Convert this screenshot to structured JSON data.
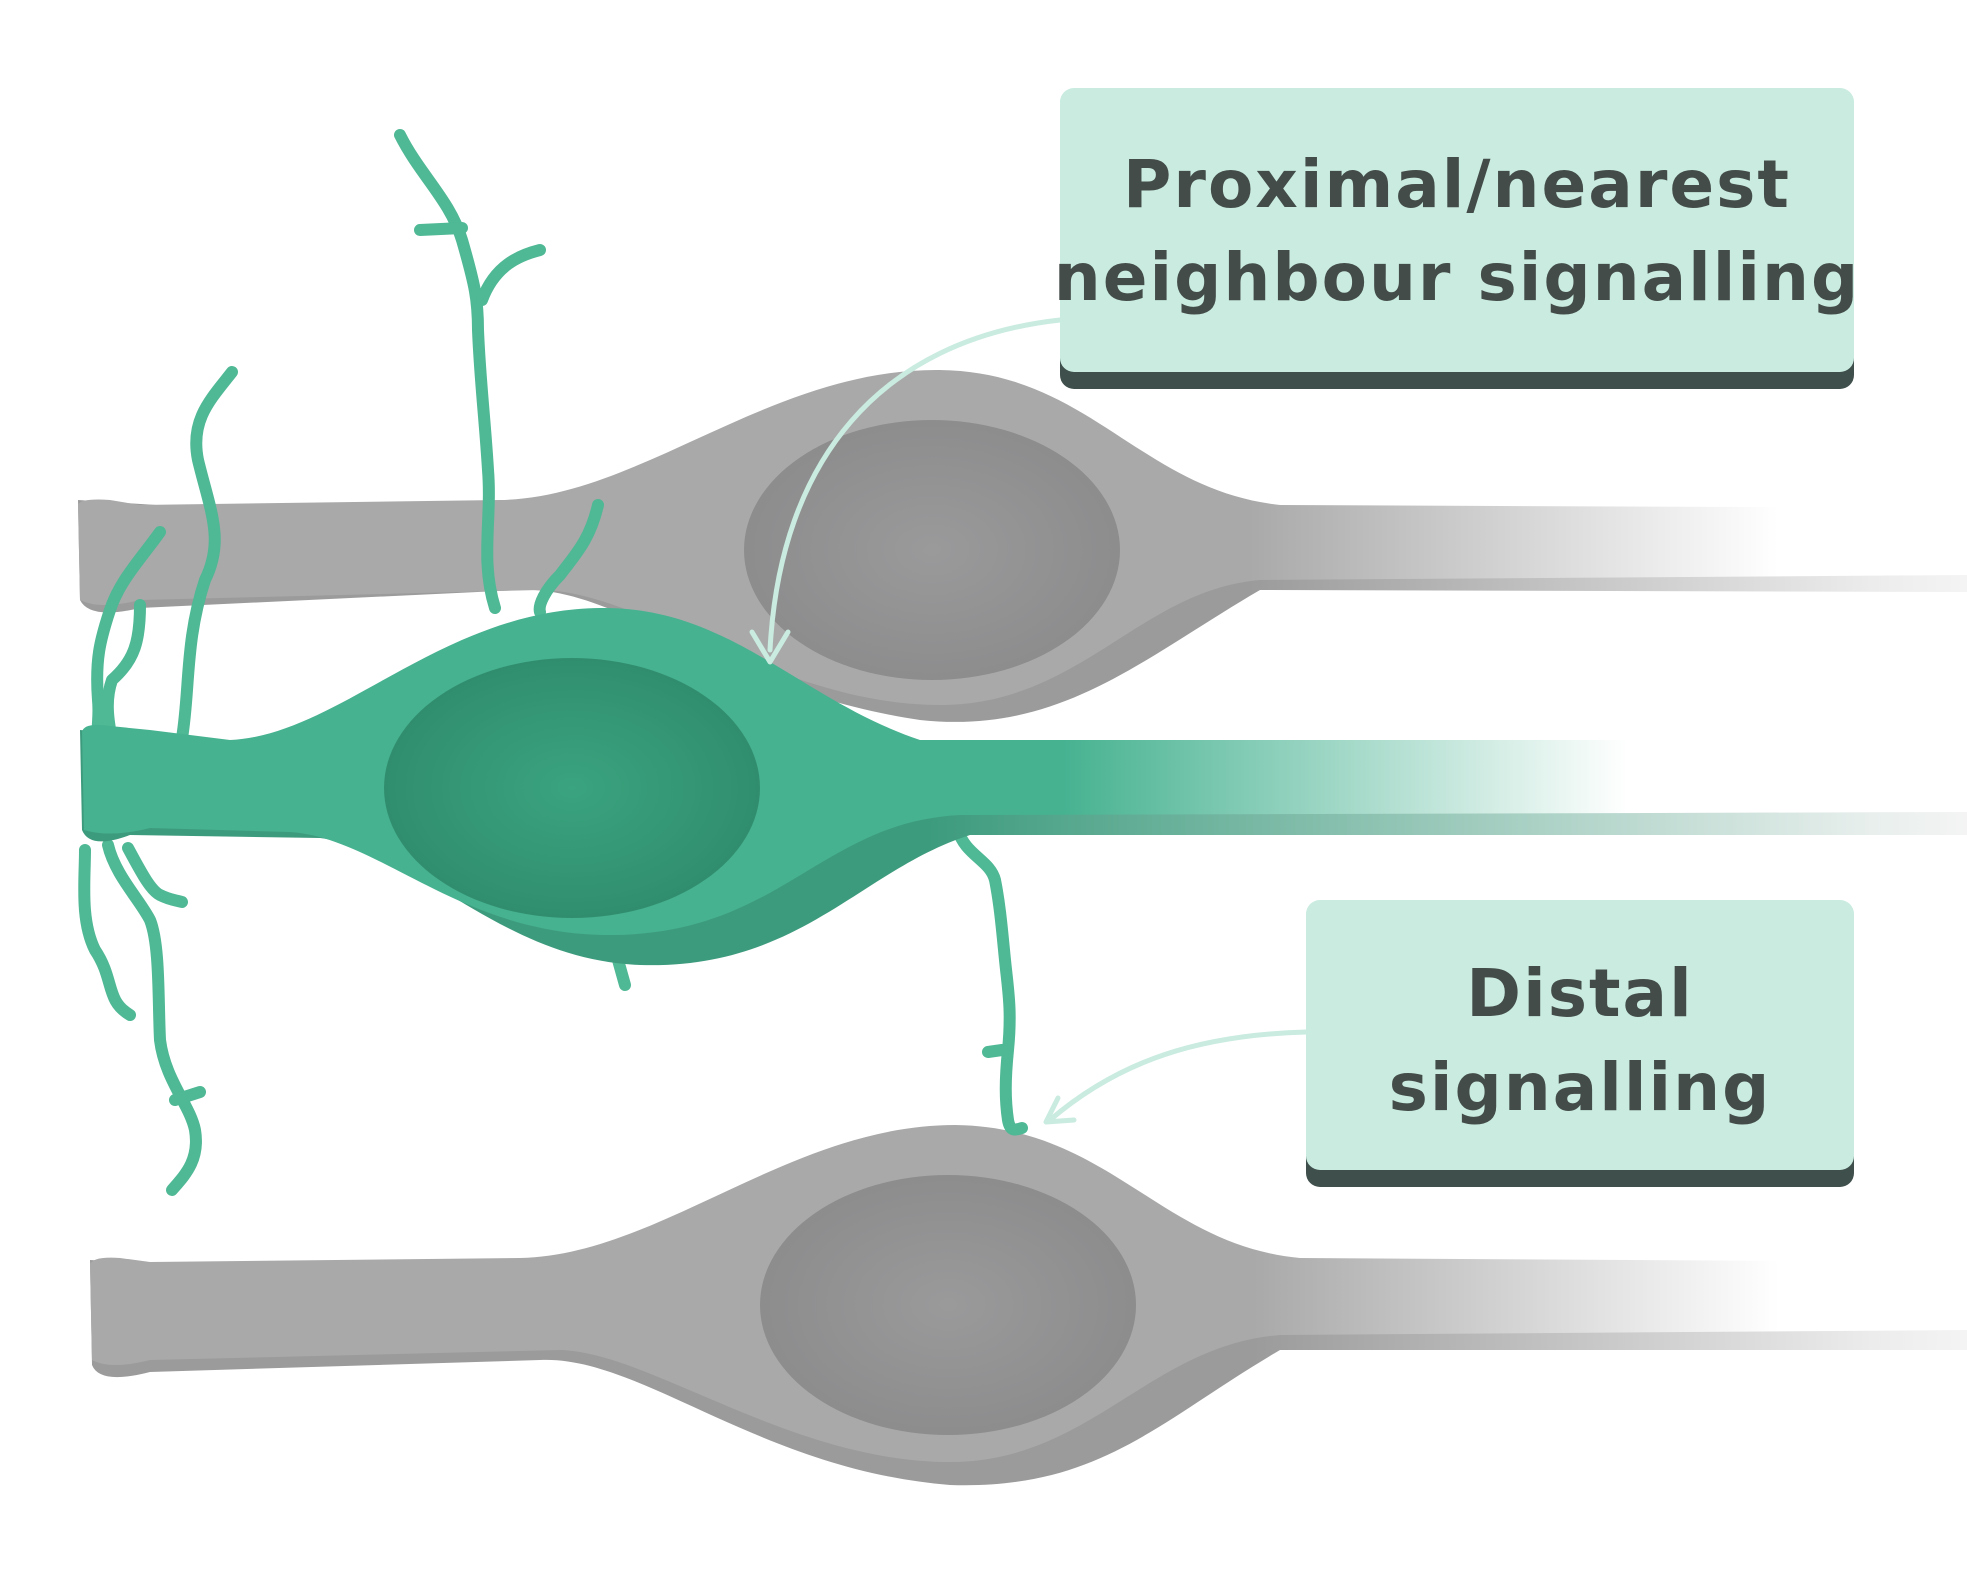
{
  "labels": {
    "proximal": {
      "line1": "Proximal/nearest",
      "line2": "neighbour signalling"
    },
    "distal": {
      "line1": "Distal",
      "line2": "signalling"
    }
  },
  "colors": {
    "background": "#ffffff",
    "label_box_fill": "#c9ebe0",
    "label_box_shadow": "#3f4f4b",
    "label_text": "#434c49",
    "arrow": "#c9ebe0",
    "signalling_cell": "#46b290",
    "signalling_cell_nucleus": "#2f8f70",
    "neighbour_cell": "#a9a9a9",
    "neighbour_cell_nucleus": "#8f8f90",
    "dendrites": "#4fb894"
  }
}
